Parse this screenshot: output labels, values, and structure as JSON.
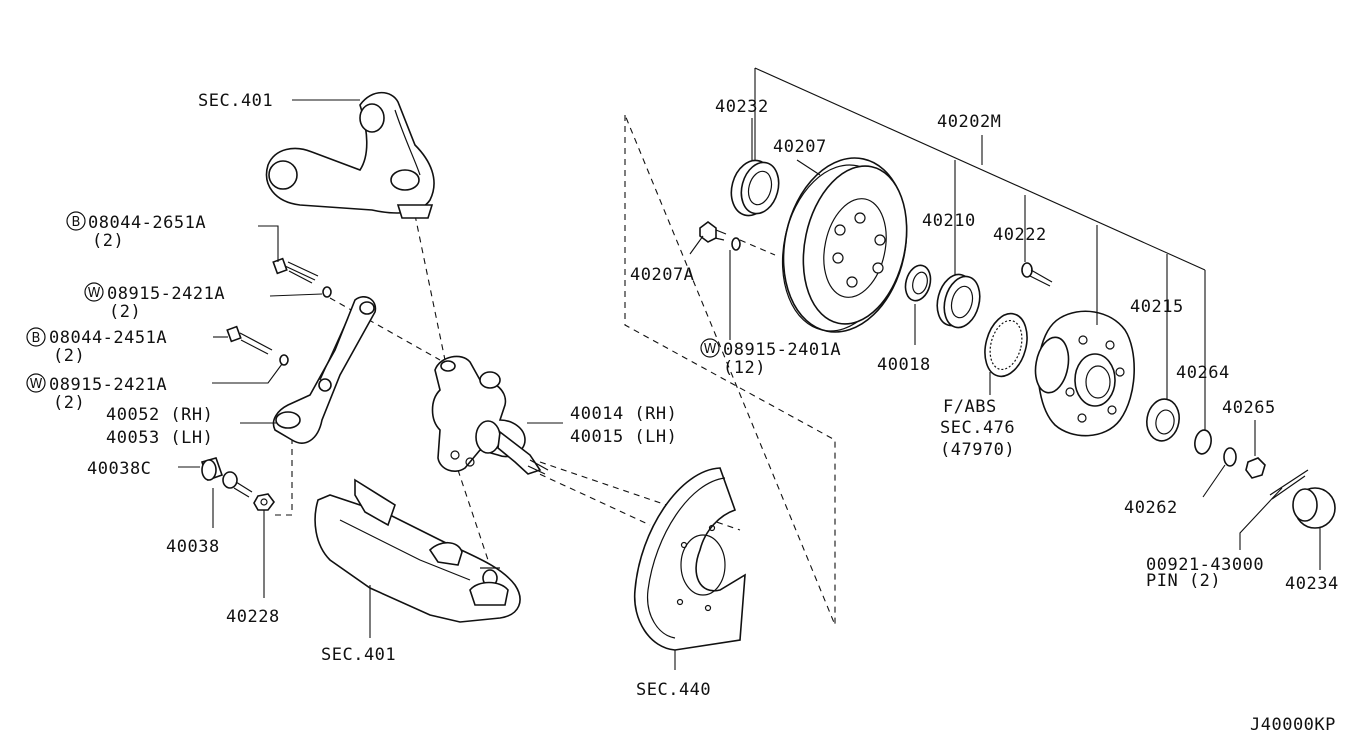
{
  "diagram_code": "J40000KP",
  "labels": {
    "sec401_upper": "SEC.401",
    "sec401_lower": "SEC.401",
    "sec440": "SEC.440",
    "bolt_08044_2651A": "08044-2651A",
    "bolt_08044_2651A_qty": "(2)",
    "washer_08915_2421A_1": "08915-2421A",
    "washer_08915_2421A_1_qty": "(2)",
    "bolt_08044_2451A": "08044-2451A",
    "bolt_08044_2451A_qty": "(2)",
    "washer_08915_2421A_2": "08915-2421A",
    "washer_08915_2421A_2_qty": "(2)",
    "p40052": "40052 (RH)",
    "p40053": "40053 (LH)",
    "p40038C": "40038C",
    "p40038": "40038",
    "p40228": "40228",
    "p40014": "40014 (RH)",
    "p40015": "40015 (LH)",
    "p40232": "40232",
    "p40207": "40207",
    "p40207A": "40207A",
    "washer_08915_2401A": "08915-2401A",
    "washer_08915_2401A_qty": "(12)",
    "p40202M": "40202M",
    "p40210": "40210",
    "p40222": "40222",
    "p40018": "40018",
    "fabs": "F/ABS",
    "sec476": "SEC.476",
    "p47970": "(47970)",
    "p40215": "40215",
    "p40264": "40264",
    "p40265": "40265",
    "p40262": "40262",
    "p00921": "00921-43000",
    "pin_qty": "PIN (2)",
    "p40234": "40234",
    "marker_b": "B",
    "marker_w": "W"
  }
}
